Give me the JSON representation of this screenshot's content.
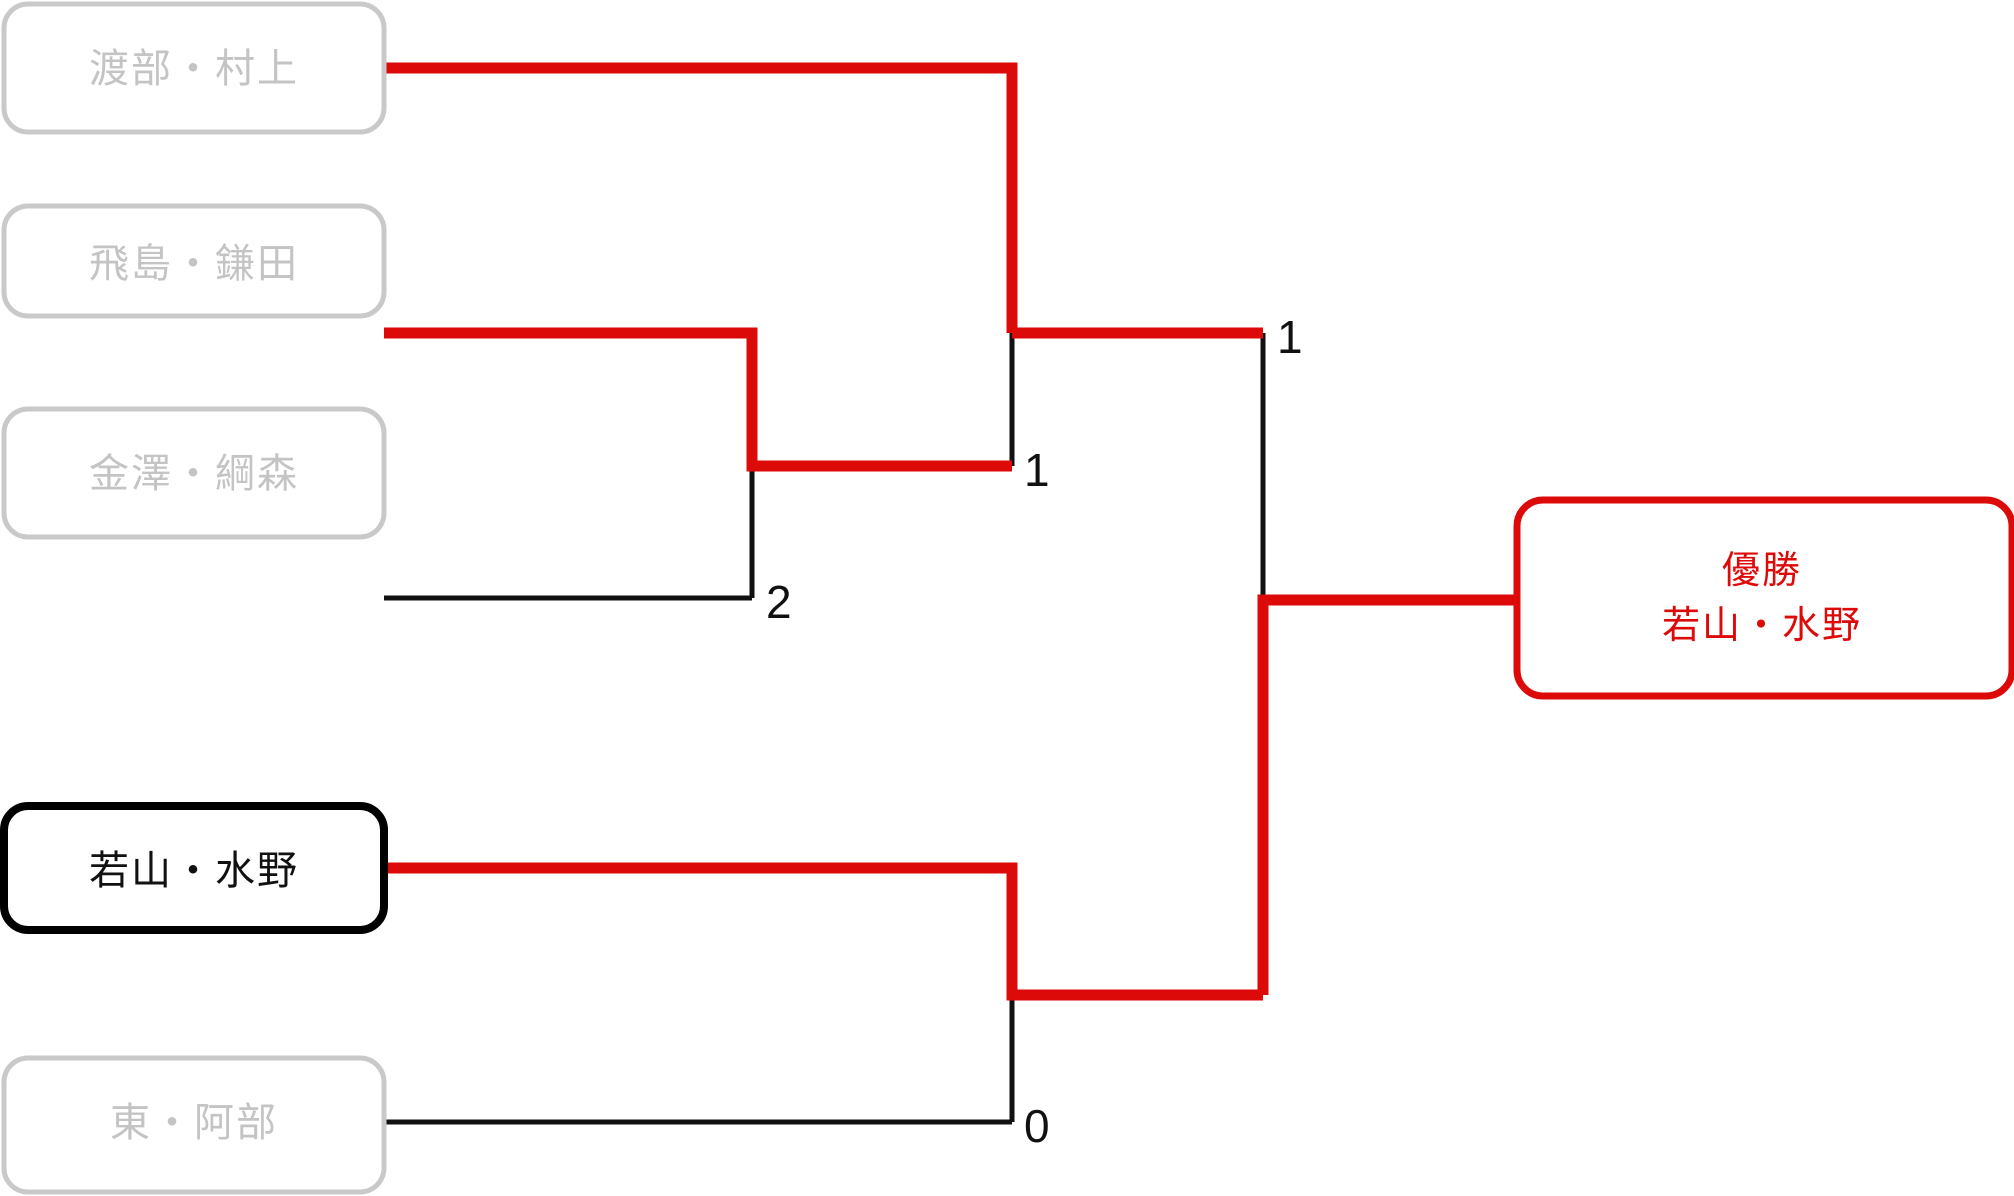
{
  "diagram": {
    "type": "single-elimination-tournament-bracket",
    "colors": {
      "winner_path": "#DD0A0A",
      "loser_path": "#111111",
      "eliminated_box_border": "#C9C9C9",
      "eliminated_box_text": "#C4C4C4",
      "active_box_border": "#000000",
      "active_box_text": "#111111",
      "champion_border": "#DD0A0A",
      "champion_text": "#DD0A0A",
      "background": "#FFFFFF"
    }
  },
  "teams": [
    {
      "id": "t1",
      "label": "渡部・村上",
      "state": "eliminated"
    },
    {
      "id": "t2",
      "label": "飛島・鎌田",
      "state": "eliminated"
    },
    {
      "id": "t3",
      "label": "金澤・綱森",
      "state": "eliminated"
    },
    {
      "id": "t4",
      "label": "若山・水野",
      "state": "active"
    },
    {
      "id": "t5",
      "label": "東・阿部",
      "state": "eliminated"
    }
  ],
  "scores": {
    "r1_lower": "2",
    "r2_lower": "1",
    "semifinal_upper": "1",
    "semifinal_top": "1",
    "semifinal_lower": "0"
  },
  "champion": {
    "title": "優勝",
    "name": "若山・水野"
  }
}
